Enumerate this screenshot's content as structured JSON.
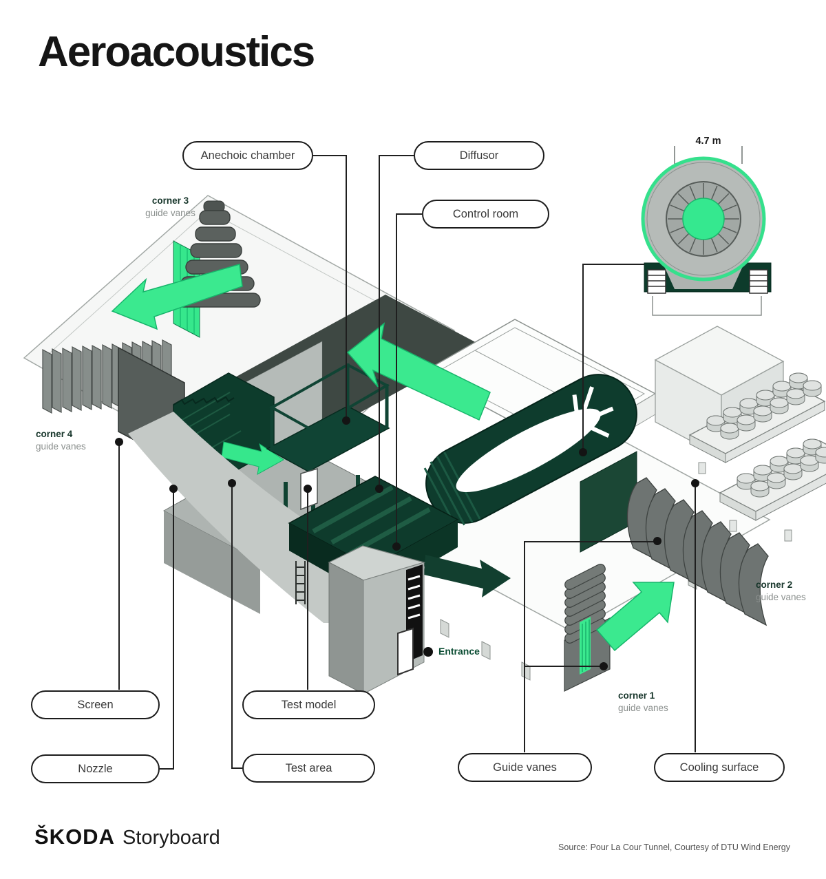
{
  "title": "Aeroacoustics",
  "pills": {
    "anechoic": "Anechoic chamber",
    "diffusor": "Diffusor",
    "control": "Control room",
    "screen": "Screen",
    "nozzle": "Nozzle",
    "test_model": "Test model",
    "test_area": "Test area",
    "guide_vanes": "Guide vanes",
    "cooling": "Cooling surface"
  },
  "corners": {
    "c1": {
      "name": "corner 1",
      "sub": "guide vanes"
    },
    "c2": {
      "name": "corner 2",
      "sub": "guide vanes"
    },
    "c3": {
      "name": "corner 3",
      "sub": "guide vanes"
    },
    "c4": {
      "name": "corner 4",
      "sub": "guide vanes"
    }
  },
  "annotations": {
    "entrance": "Entrance",
    "fan_diameter": "4.7 m"
  },
  "footer": {
    "brand": "ŠKODA",
    "brand_suffix": "Storyboard",
    "source": "Source: Pour La Cour Tunnel, Courtesy of DTU Wind Energy"
  },
  "colors": {
    "accent_green": "#3BE98F",
    "dark_green": "#0E3D2D",
    "ink": "#1A1A1A"
  }
}
